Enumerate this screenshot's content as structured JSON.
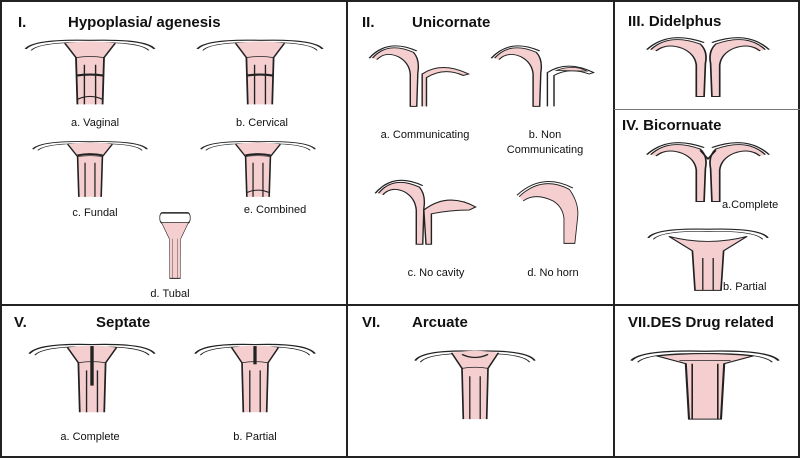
{
  "colors": {
    "tissue": "#f5cfd0",
    "outline": "#222222"
  },
  "panels": {
    "p1": {
      "num": "I.",
      "title": "Hypoplasia/ agenesis",
      "items": [
        "a. Vaginal",
        "b. Cervical",
        "c. Fundal",
        "e. Combined",
        "d. Tubal"
      ]
    },
    "p2": {
      "num": "II.",
      "title": "Unicornate",
      "items": [
        "a. Communicating",
        "b. Non",
        "Communicating",
        "c. No cavity",
        "d. No horn"
      ]
    },
    "p3": {
      "title": "III. Didelphus"
    },
    "p4": {
      "title": "IV. Bicornuate",
      "items": [
        "a.Complete",
        "b. Partial"
      ]
    },
    "p5": {
      "num": "V.",
      "title": "Septate",
      "items": [
        "a. Complete",
        "b. Partial"
      ]
    },
    "p6": {
      "num": "VI.",
      "title": "Arcuate"
    },
    "p7": {
      "title": "VII.DES Drug related"
    }
  }
}
